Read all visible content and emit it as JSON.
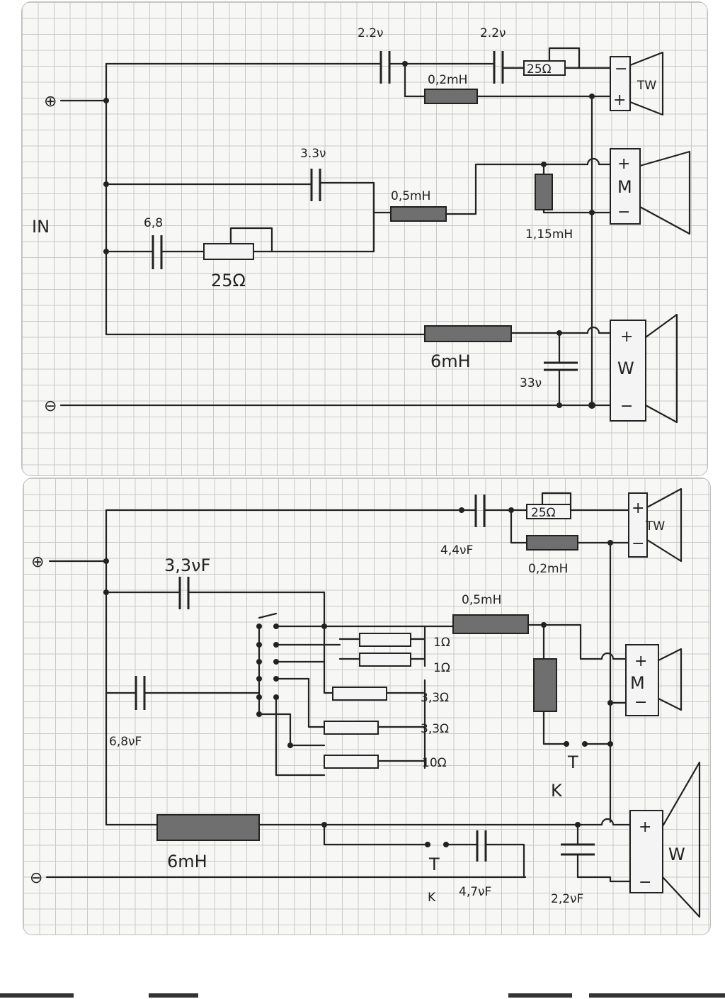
{
  "top_diagram": {
    "input_label": "IN",
    "plus_symbol": "⊕",
    "minus_symbol": "⊖",
    "tweeter": {
      "label": "TW",
      "cap1": "2.2ν",
      "cap2": "2.2ν",
      "resistor": "25Ω",
      "inductor": "0,2mH",
      "plus": "+",
      "minus": "−"
    },
    "mid": {
      "label": "M",
      "cap": "3.3ν",
      "inductor1": "0,5mH",
      "inductor2": "1,15mH",
      "notch_cap": "6,8",
      "notch_resistor": "25Ω",
      "plus": "+",
      "minus": "−"
    },
    "woofer": {
      "label": "W",
      "inductor": "6mH",
      "cap": "33ν",
      "plus": "+",
      "minus": "−"
    }
  },
  "bottom_diagram": {
    "plus_symbol": "⊕",
    "minus_symbol": "⊖",
    "tweeter": {
      "label": "TW",
      "cap": "4,4νF",
      "resistor": "25Ω",
      "inductor": "0,2mH",
      "plus": "+",
      "minus": "−"
    },
    "mid": {
      "label": "M",
      "cap": "3,3νF",
      "notch_cap": "6,8νF",
      "inductor1": "0,5mH",
      "resistors": [
        "1Ω",
        "1Ω",
        "3,3Ω",
        "3,3Ω",
        "10Ω"
      ],
      "switch_label": "T",
      "switch_letter": "K",
      "plus": "+",
      "minus": "−"
    },
    "woofer": {
      "label": "W",
      "inductor": "6mH",
      "cap1": "4,7νF",
      "cap2": "2,2νF",
      "switch_label": "T",
      "switch_letter": "K",
      "plus": "+",
      "minus": "−"
    }
  }
}
